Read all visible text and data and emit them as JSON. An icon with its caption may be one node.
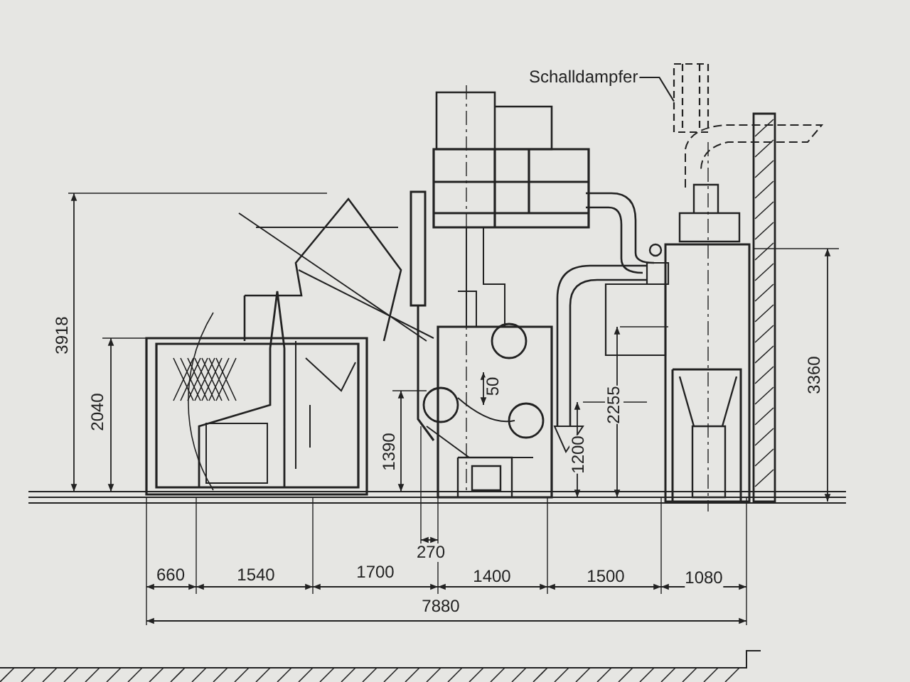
{
  "diagram": {
    "nodes": [
      {
        "text": [
          "Schalldampfer"
        ]
      },
      {
        "text": [],
        "shape": "picture"
      }
    ],
    "edges": [
      {
        "from": 0,
        "to": 1,
        "arrow": "none"
      }
    ],
    "labels": [
      "3918",
      "2040",
      "1390",
      "50",
      "2255",
      "1200",
      "3360",
      "270",
      "660",
      "1540",
      "1700",
      "1400",
      "1500",
      "1080",
      "7880"
    ]
  }
}
